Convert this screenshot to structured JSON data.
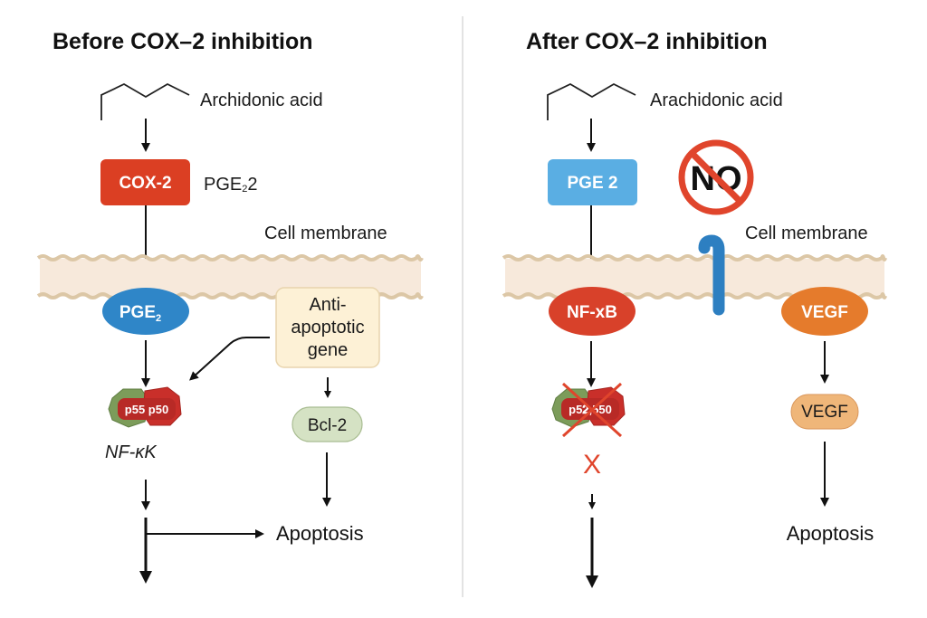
{
  "colors": {
    "cox2": "#db3f23",
    "pge_blue": "#2f86c8",
    "pge_light_blue": "#5aaee3",
    "nfkb_red": "#d8412a",
    "vegf_orange": "#e57b2c",
    "vegf_light": "#efb679",
    "membrane_fill": "#f7e9db",
    "membrane_wave": "#dcc7a6",
    "anti_box_fill": "#fdf1d6",
    "anti_box_stroke": "#e8d4ad",
    "bcl2_fill": "#d5e2c4",
    "bcl2_stroke": "#a9bd92",
    "complex_green": "#7c9c5a",
    "complex_red": "#c92f2a",
    "inhibit_red": "#e0452c",
    "receptor_blue": "#2d7fc1",
    "divider": "#e3e3e3"
  },
  "left_panel": {
    "title": "Before COX–2 inhibition",
    "substrate_label": "Archidonic acid",
    "enzyme_label": "COX-2",
    "product_label": "PGE",
    "product_sub": "2",
    "product_suffix": "2",
    "membrane_label": "Cell membrane",
    "pge2_label": "PGE",
    "pge2_sub": "2",
    "anti_gene_lines": [
      "Anti-",
      "apoptotic",
      "gene"
    ],
    "complex_label": "p55 p50",
    "nfk_label": "NF-κK",
    "bcl2_label": "Bcl-2",
    "outcome_label": "Apoptosis"
  },
  "right_panel": {
    "title": "After COX–2 inhibition",
    "substrate_label": "Arachidonic acid",
    "pge2_box_label": "PGE 2",
    "no_sign_label": "NO",
    "membrane_label": "Cell membrane",
    "nfkb_label": "NF-xB",
    "vegf_label": "VEGF",
    "complex_label": "p5𝟐,550",
    "blocked_mark": "X",
    "vegf_small_label": "VEGF",
    "outcome_label": "Apoptosis"
  }
}
